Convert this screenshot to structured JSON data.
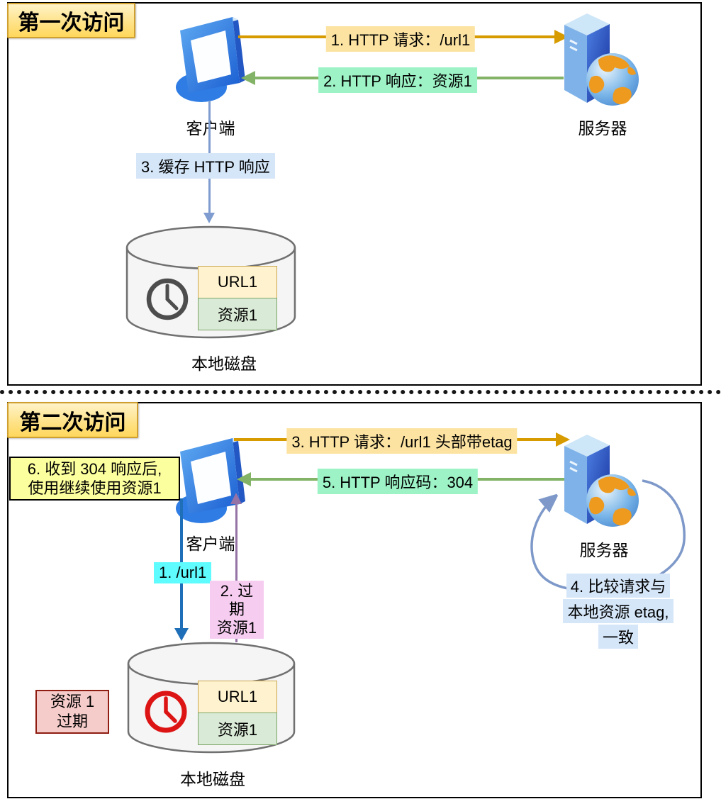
{
  "panel1": {
    "title": "第一次访问",
    "client_label": "客户端",
    "server_label": "服务器",
    "disk_label": "本地磁盘",
    "arrows": {
      "request": "1. HTTP 请求：/url1",
      "response": "2. HTTP 响应：资源1",
      "cache": "3. 缓存 HTTP 响应"
    },
    "cache_table": {
      "key": "URL1",
      "value": "资源1"
    }
  },
  "panel2": {
    "title": "第二次访问",
    "client_label": "客户端",
    "server_label": "服务器",
    "disk_label": "本地磁盘",
    "note": {
      "line1": "6. 收到 304 响应后,",
      "line2": "使用继续使用资源1"
    },
    "arrows": {
      "request": "3. HTTP 请求：/url1 头部带etag",
      "response": "5. HTTP 响应码：304",
      "disk_read": "1. /url1",
      "disk_return_line1": "2. 过期",
      "disk_return_line2": "资源1",
      "compare_line1": "4. 比较请求与",
      "compare_line2": "本地资源 etag,",
      "compare_line3": "一致"
    },
    "expired_box": {
      "line1": "资源 1",
      "line2": "过期"
    },
    "cache_table": {
      "key": "URL1",
      "value": "资源1"
    }
  },
  "colors": {
    "request_arrow": "#D79B00",
    "response_arrow": "#82B366",
    "cache_arrow": "#7E9CCF",
    "disk_read_arrow": "#1F6FB8",
    "disk_return_arrow": "#9673A6",
    "loop_arrow": "#7E99C9",
    "highlight_yellow": "#FCE3A2",
    "highlight_mint": "#9DF3C6",
    "highlight_blue": "#D5E6F9",
    "highlight_cyan": "#5EFCFE",
    "highlight_pink": "#F6CDF1",
    "note_yellow": "#FCFF9D",
    "expired_bg": "#F6CCCA",
    "expired_border": "#8F1D12",
    "clock_normal": "#4D4D4D",
    "clock_expired": "#DD1414"
  }
}
